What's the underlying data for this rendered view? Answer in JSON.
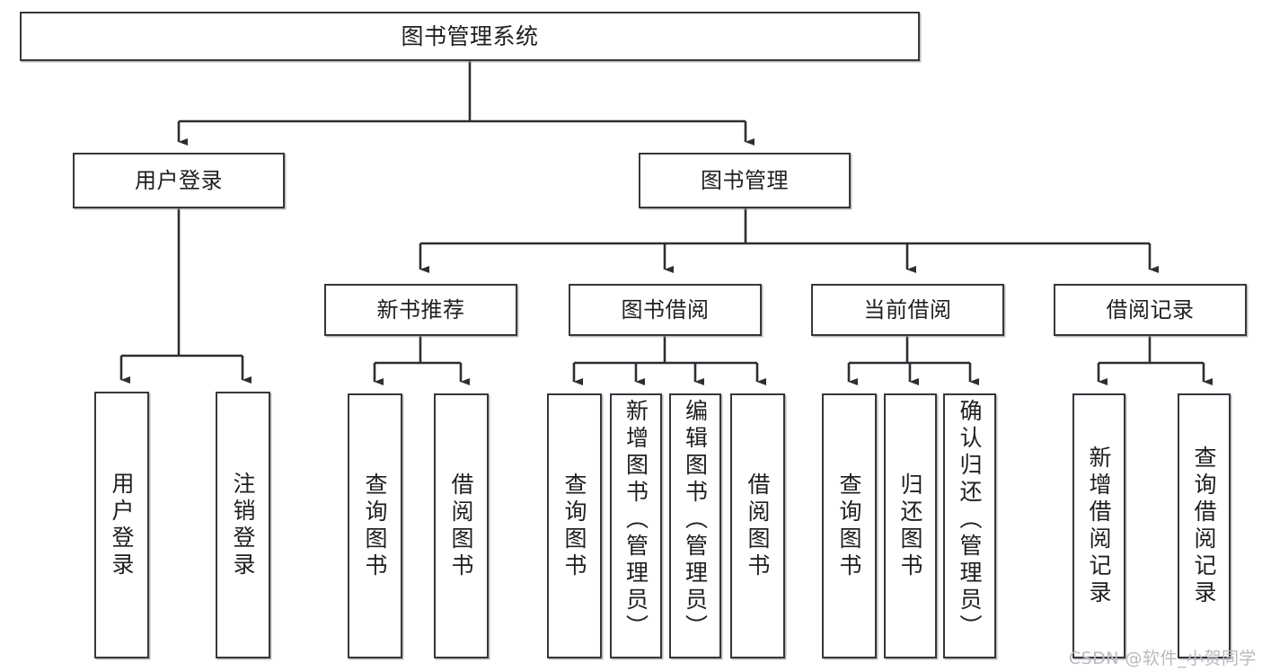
{
  "diagram": {
    "title": "图书管理系统",
    "type": "tree-hierarchy-diagram",
    "colors": {
      "box_border": "#33383d",
      "box_fill": "#ffffff",
      "connector": "#2b2f33",
      "text": "#1d1f22",
      "watermark": "#b8babd",
      "background": "#ffffff"
    },
    "root": {
      "label": "图书管理系统"
    },
    "level2": [
      {
        "label": "用户登录"
      },
      {
        "label": "图书管理"
      }
    ],
    "level3": [
      {
        "label": "新书推荐"
      },
      {
        "label": "图书借阅"
      },
      {
        "label": "当前借阅"
      },
      {
        "label": "借阅记录"
      }
    ],
    "leaves": {
      "user_login": [
        {
          "label": "用户登录"
        },
        {
          "label": "注销登录"
        }
      ],
      "new_book_recommend": [
        {
          "label": "查询图书"
        },
        {
          "label": "借阅图书"
        }
      ],
      "book_borrow": [
        {
          "label": "查询图书"
        },
        {
          "label": "新增图书（管理员）"
        },
        {
          "label": "编辑图书（管理员）"
        },
        {
          "label": "借阅图书"
        }
      ],
      "current_borrow": [
        {
          "label": "查询图书"
        },
        {
          "label": "归还图书"
        },
        {
          "label": "确认归还（管理员）"
        }
      ],
      "borrow_record": [
        {
          "label": "新增借阅记录"
        },
        {
          "label": "查询借阅记录"
        }
      ]
    },
    "watermark": "CSDN @软件_小贺同学"
  }
}
